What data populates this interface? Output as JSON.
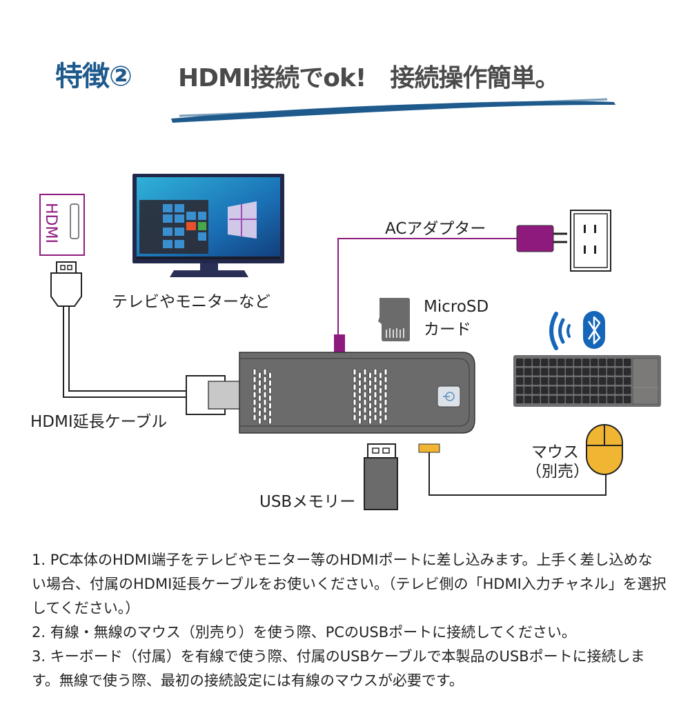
{
  "header": {
    "feature_label": "特徴②",
    "title": "HDMI接続でok!　接続操作簡単。"
  },
  "diagram": {
    "hdmi_port_label": "HDMI",
    "monitor_label": "テレビやモニターなど",
    "hdmi_cable_label": "HDMI延長ケーブル",
    "ac_adapter_label": "ACアダプター",
    "microsd_label_line1": "MicroSD",
    "microsd_label_line2": "カード",
    "usb_memory_label": "USBメモリー",
    "mouse_label_line1": "マウス",
    "mouse_label_line2": "（別売）",
    "icons": [
      "hdmi-port-icon",
      "hdmi-plug-icon",
      "monitor-icon",
      "ac-adapter-icon",
      "power-outlet-icon",
      "microsd-card-icon",
      "wireless-icon",
      "bluetooth-icon",
      "keyboard-icon",
      "pc-stick-icon",
      "power-button-icon",
      "usb-memory-icon",
      "mouse-icon"
    ],
    "colors": {
      "accent_blue": "#1e5a8c",
      "ac_purple": "#8e1a7d",
      "mouse_yellow": "#f0b532",
      "device_gray": "#6b6b6b",
      "bluetooth_blue": "#1565b8"
    }
  },
  "instructions": [
    "1.  PC本体のHDMI端子をテレビやモニター等のHDMIポートに差し込みます。上手く差し込めない場合、付属のHDMI延長ケーブルをお使いください。（テレビ側の「HDMI入力チャネル」を選択してください。）",
    "2.  有線・無線のマウス（別売り）を使う際、PCのUSBポートに接続してください。",
    "3.  キーボード（付属）を有線で使う際、付属のUSBケーブルで本製品のUSBポートに接続します。無線で使う際、最初の接続設定には有線のマウスが必要です。"
  ]
}
